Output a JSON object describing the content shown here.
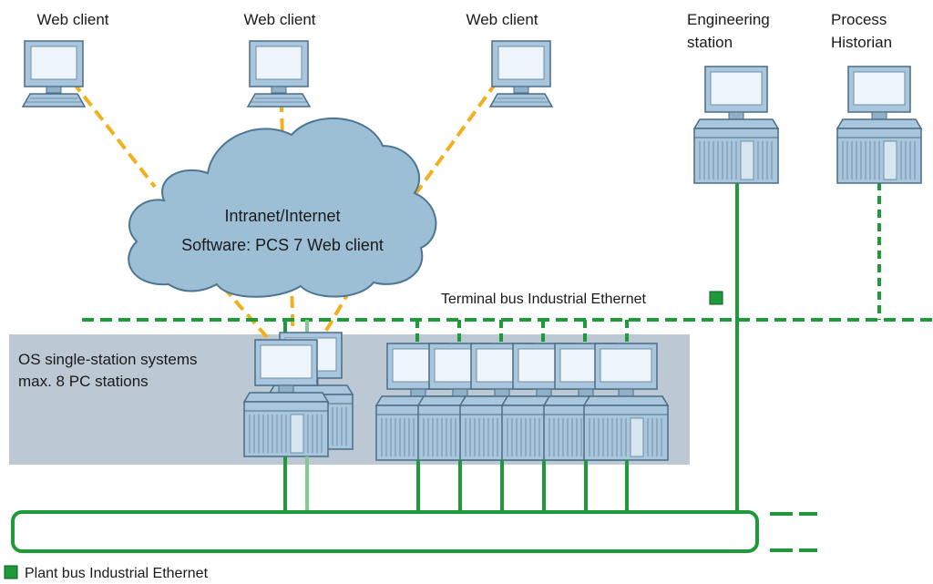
{
  "labels": {
    "web_client_1": "Web client",
    "web_client_2": "Web client",
    "web_client_3": "Web client",
    "engineering_station_l1": "Engineering",
    "engineering_station_l2": "station",
    "process_historian_l1": "Process",
    "process_historian_l2": "Historian",
    "cloud_l1": "Intranet/Internet",
    "cloud_l2": "Software: PCS 7 Web client",
    "terminal_bus": "Terminal bus Industrial Ethernet",
    "os_group_l1": "OS single-station systems",
    "os_group_l2": "max. 8 PC stations",
    "plant_bus": "Plant bus Industrial Ethernet"
  },
  "colors": {
    "bus_green": "#1f9a3a",
    "bus_green_light": "#86c994",
    "web_link_orange": "#f2b01e",
    "cloud_fill": "#9dbfd6",
    "cloud_stroke": "#4b7694",
    "group_bg": "#bcc8d3",
    "device_fill": "#a9c6dc",
    "device_stroke": "#4a6d86",
    "screen_fill": "#eef5fa"
  },
  "icons": {
    "web_client": "desktop-pc-icon",
    "server": "rack-pc-icon",
    "cloud": "cloud-icon",
    "legend": "green-square-icon"
  }
}
